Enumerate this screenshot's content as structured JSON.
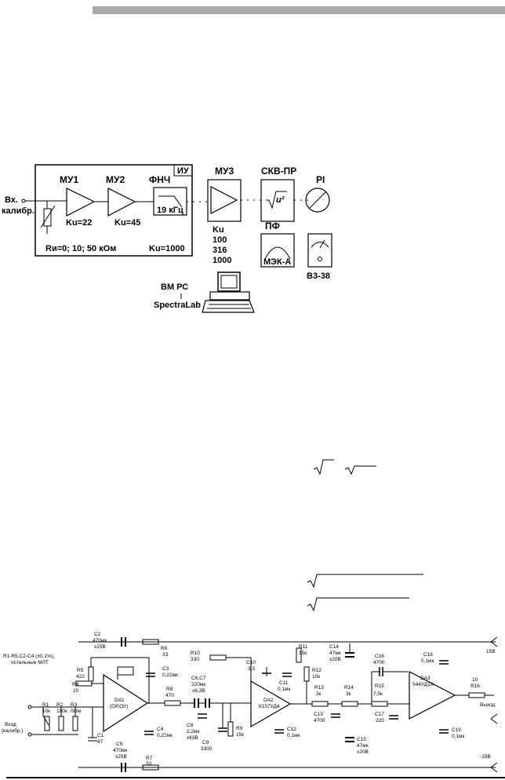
{
  "block": {
    "iu": "ИУ",
    "input": [
      "Вх.",
      "калибр."
    ],
    "mu1": "МУ1",
    "mu2": "МУ2",
    "fnch": "ФНЧ",
    "fnch_freq": "19 кГц",
    "ku1": "Ku=22",
    "ku2": "Ku=45",
    "rin": "Rи=0; 10; 50 кОм",
    "ku_total": "Ku=1000",
    "mu3": "МУ3",
    "ku3": [
      "Ku",
      "100",
      "316",
      "1000"
    ],
    "skv": "СКВ-ПР",
    "sqrt": "√u²",
    "pi": "PI",
    "pf": "ПФ",
    "mek": "МЭК-А",
    "v3": "В3-38",
    "pc": [
      "ВМ РС",
      "SpectraLab"
    ]
  },
  "schematic": {
    "note": [
      "R1-R5,C2-C4 (±0,1%),",
      "остальные МЛТ"
    ],
    "vplus": "15В",
    "vminus": "-15В",
    "input": [
      "Вход",
      "(калибр.)"
    ],
    "out": "Выход",
    "parts": {
      "c2": [
        "C2",
        "470мк",
        "x25В"
      ],
      "r6": [
        "R6",
        "33"
      ],
      "r5": [
        "R5",
        "422"
      ],
      "r4": [
        "R4",
        "20"
      ],
      "c3": [
        "C3",
        "0,22мк"
      ],
      "r1": [
        "R1",
        "10к"
      ],
      "r2": [
        "R2",
        "100к"
      ],
      "r3": [
        "R3",
        "0Ом"
      ],
      "c1": [
        "C1",
        "47"
      ],
      "da1": [
        "DA1",
        "(ОР,ОУ)"
      ],
      "c5": [
        "C5",
        "470мк",
        "x25В"
      ],
      "c4": [
        "C4",
        "0,22мк"
      ],
      "r7": [
        "R7",
        "33"
      ],
      "r8": [
        "R8",
        "470"
      ],
      "c67": [
        "C6,C7",
        "220мк",
        "x6,3В"
      ],
      "c8": [
        "C8",
        "2,2мк",
        "x63В"
      ],
      "c9": [
        "C9",
        "3300"
      ],
      "r9": [
        "R9",
        "15к"
      ],
      "r10": [
        "R10",
        "330"
      ],
      "c10": [
        "C10",
        "3,3"
      ],
      "c11": [
        "C11",
        "0,1мк"
      ],
      "da2": [
        "DA2",
        "К157УД4"
      ],
      "c12": [
        "C12",
        "0,1мк"
      ],
      "r11": [
        "R11",
        "15к"
      ],
      "r12": [
        "R12",
        "10к"
      ],
      "c14": [
        "C14",
        "47мк",
        "x20В"
      ],
      "r13": [
        "R13",
        "3к"
      ],
      "r14": [
        "R14",
        "3к"
      ],
      "c13": [
        "C13",
        "4700"
      ],
      "c15": [
        "C15",
        "47мк",
        "x20В"
      ],
      "c16": [
        "C16",
        "4700"
      ],
      "r15": [
        "R15",
        "7,5к"
      ],
      "c17": [
        "C17",
        "220"
      ],
      "c18": [
        "C18",
        "0,1мк"
      ],
      "da3": [
        "DA3",
        "544УД1А"
      ],
      "r16": [
        "R16",
        "10"
      ],
      "c19": [
        "C19",
        "0,1мк"
      ]
    }
  }
}
